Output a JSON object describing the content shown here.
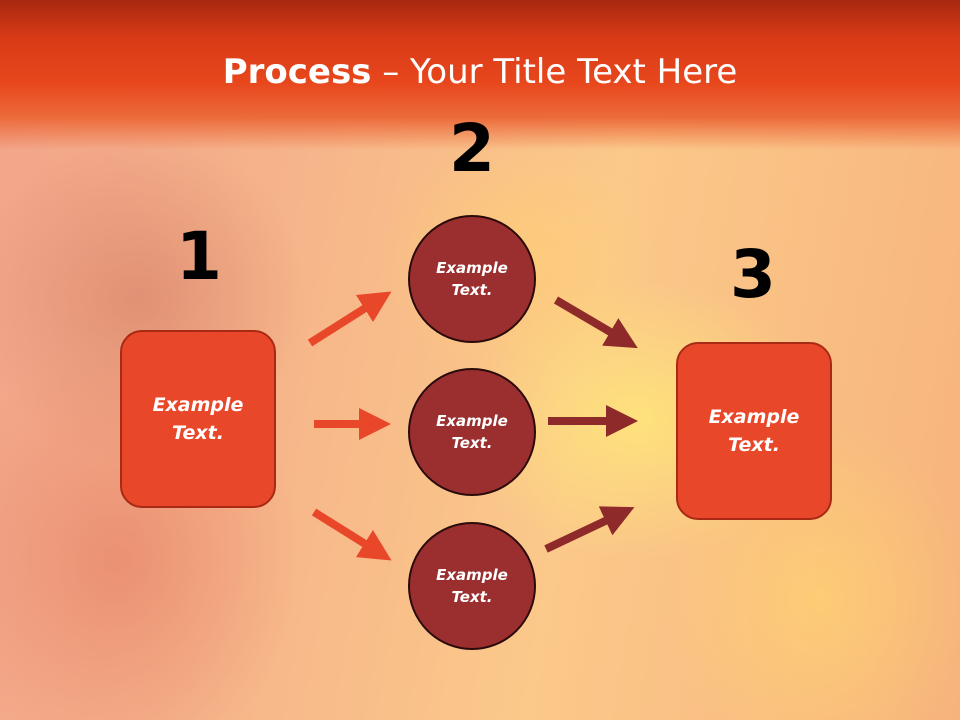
{
  "title": {
    "bold": "Process",
    "rest": " – Your Title Text Here"
  },
  "numbers": {
    "n1": "1",
    "n2": "2",
    "n3": "3"
  },
  "left_box": {
    "label": "Example\nText."
  },
  "right_box": {
    "label": "Example\nText."
  },
  "circles": [
    {
      "label": "Example\nText."
    },
    {
      "label": "Example\nText."
    },
    {
      "label": "Example\nText."
    }
  ],
  "colors": {
    "box_fill": "#e8472a",
    "circle_fill": "#9b2f2f",
    "arrow_left": "#e8472a",
    "arrow_right": "#8e2a2a",
    "title_bar": "#e8471c"
  }
}
